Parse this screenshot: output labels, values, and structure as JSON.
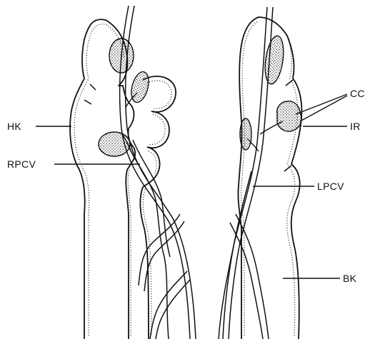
{
  "labels": {
    "hk": "HK",
    "rpcv": "RPCV",
    "cc": "CC",
    "ir": "IR",
    "lpcv": "LPCV",
    "bk": "BK"
  },
  "colors": {
    "ink": "#111111",
    "background": "#ffffff"
  }
}
